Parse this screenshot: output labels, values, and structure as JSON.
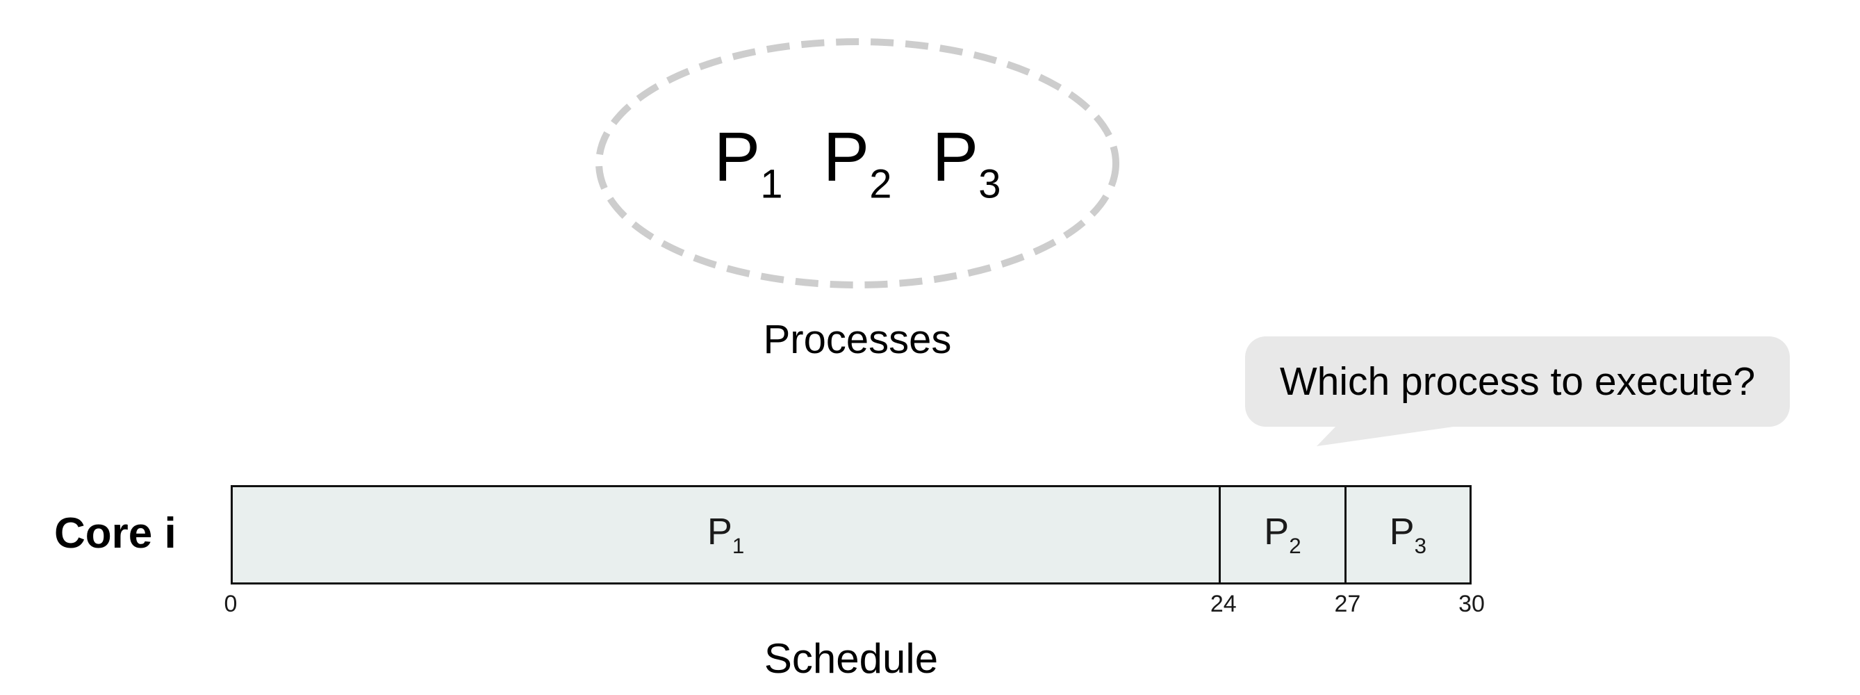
{
  "figure": {
    "processes_pool": {
      "caption": "Processes",
      "items": [
        {
          "name": "P",
          "sub": "1"
        },
        {
          "name": "P",
          "sub": "2"
        },
        {
          "name": "P",
          "sub": "3"
        }
      ]
    },
    "callout": {
      "text": "Which process to execute?"
    },
    "core": {
      "label": "Core i"
    },
    "schedule": {
      "caption": "Schedule",
      "axis_max": 30,
      "ticks": [
        0,
        24,
        27,
        30
      ],
      "segments": [
        {
          "name": "P",
          "sub": "1",
          "start": 0,
          "end": 24
        },
        {
          "name": "P",
          "sub": "2",
          "start": 24,
          "end": 27
        },
        {
          "name": "P",
          "sub": "3",
          "start": 27,
          "end": 30
        }
      ]
    },
    "colors": {
      "bubble_fill": "#e8e8e8",
      "bar_fill": "#e9efee",
      "ellipse_dash": "#cdcdcd",
      "outline": "#111111"
    }
  }
}
